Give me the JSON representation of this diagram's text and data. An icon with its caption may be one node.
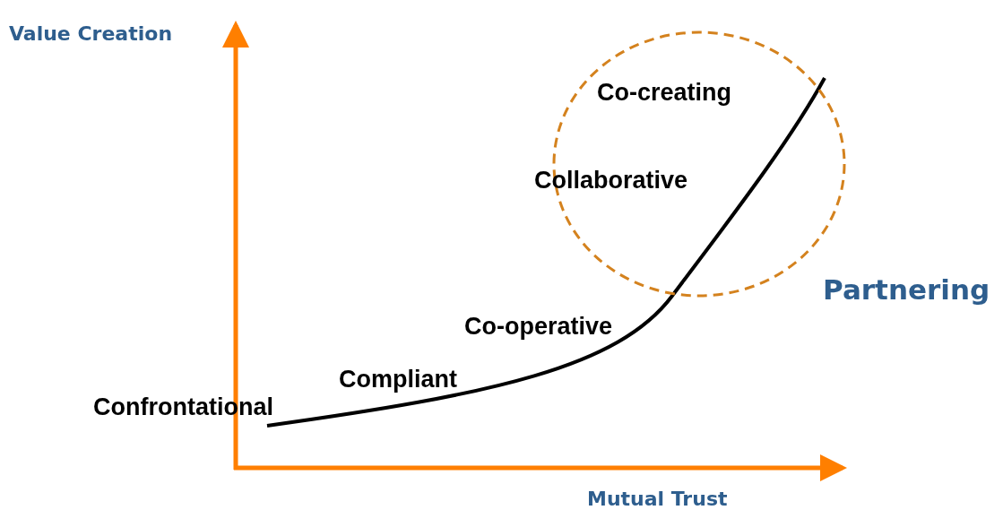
{
  "diagram": {
    "nodes": [
      {
        "text": [
          "Co-creating",
          "Collaborative"
        ],
        "beside": [
          "Partnering"
        ]
      }
    ],
    "edges": [],
    "labels": [
      "Value Creation",
      "Confrontational",
      "Compliant",
      "Co-operative",
      "Mutual Trust"
    ]
  }
}
